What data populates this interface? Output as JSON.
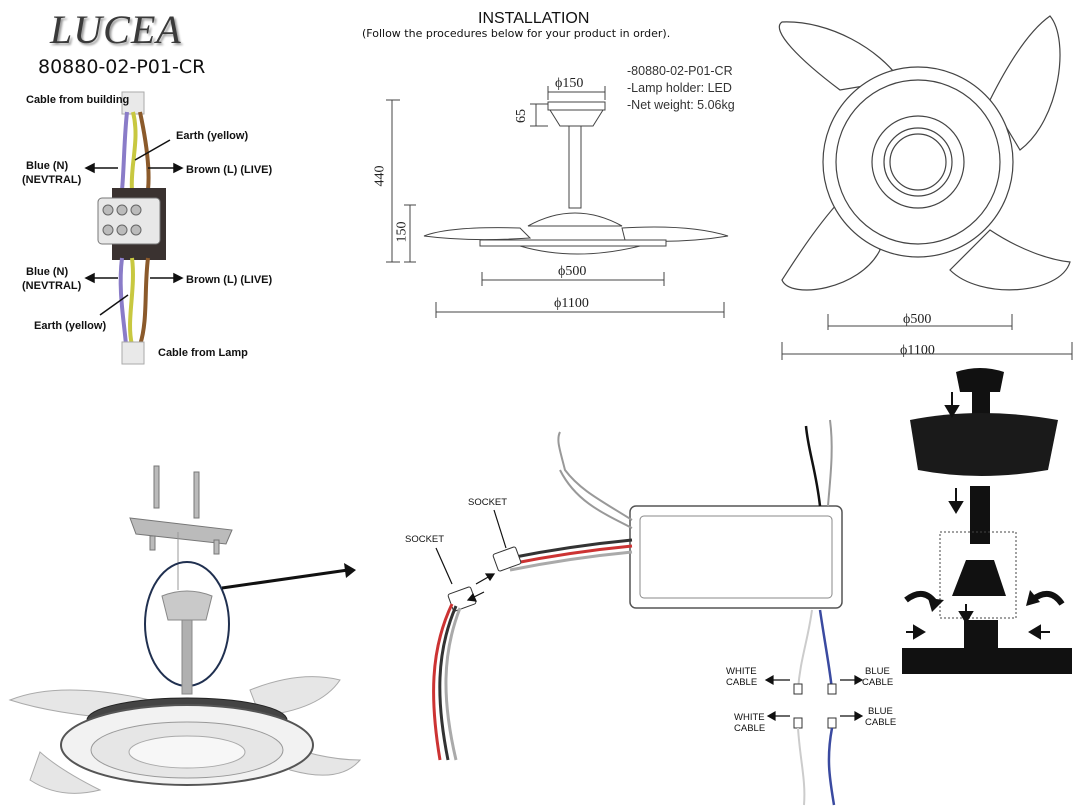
{
  "brand": "LUCEA",
  "model": "80880-02-P01-CR",
  "installation": {
    "title": "INSTALLATION",
    "subtitle": "(Follow the procedures below for your product in order)."
  },
  "specs": [
    "-80880-02-P01-CR",
    "-Lamp holder: LED",
    "-Net weight: 5.06kg"
  ],
  "wiring": {
    "cable_from_building": "Cable from building",
    "earth_top": "Earth (yellow)",
    "blue_top_1": "Blue (N)",
    "blue_top_2": "(NEVTRAL)",
    "brown_top": "Brown (L) (LIVE)",
    "blue_bottom_1": "Blue (N)",
    "blue_bottom_2": "(NEVTRAL)",
    "brown_bottom": "Brown (L) (LIVE)",
    "earth_bottom": "Earth (yellow)",
    "cable_from_lamp": "Cable from Lamp"
  },
  "side_dims": {
    "d150": "ϕ150",
    "h65": "65",
    "h440": "440",
    "h150": "150",
    "d500": "ϕ500",
    "d1100": "ϕ1100"
  },
  "top_dims": {
    "d500": "ϕ500",
    "d1100": "ϕ1100"
  },
  "driver": {
    "socket_left": "SOCKET",
    "socket_right": "SOCKET",
    "white_cable_top_1": "WHITE",
    "white_cable_top_2": "CABLE",
    "blue_cable_top_1": "BLUE",
    "blue_cable_top_2": "CABLE",
    "white_cable_bottom_1": "WHITE",
    "white_cable_bottom_2": "CABLE",
    "blue_cable_bottom_1": "BLUE",
    "blue_cable_bottom_2": "CABLE"
  }
}
